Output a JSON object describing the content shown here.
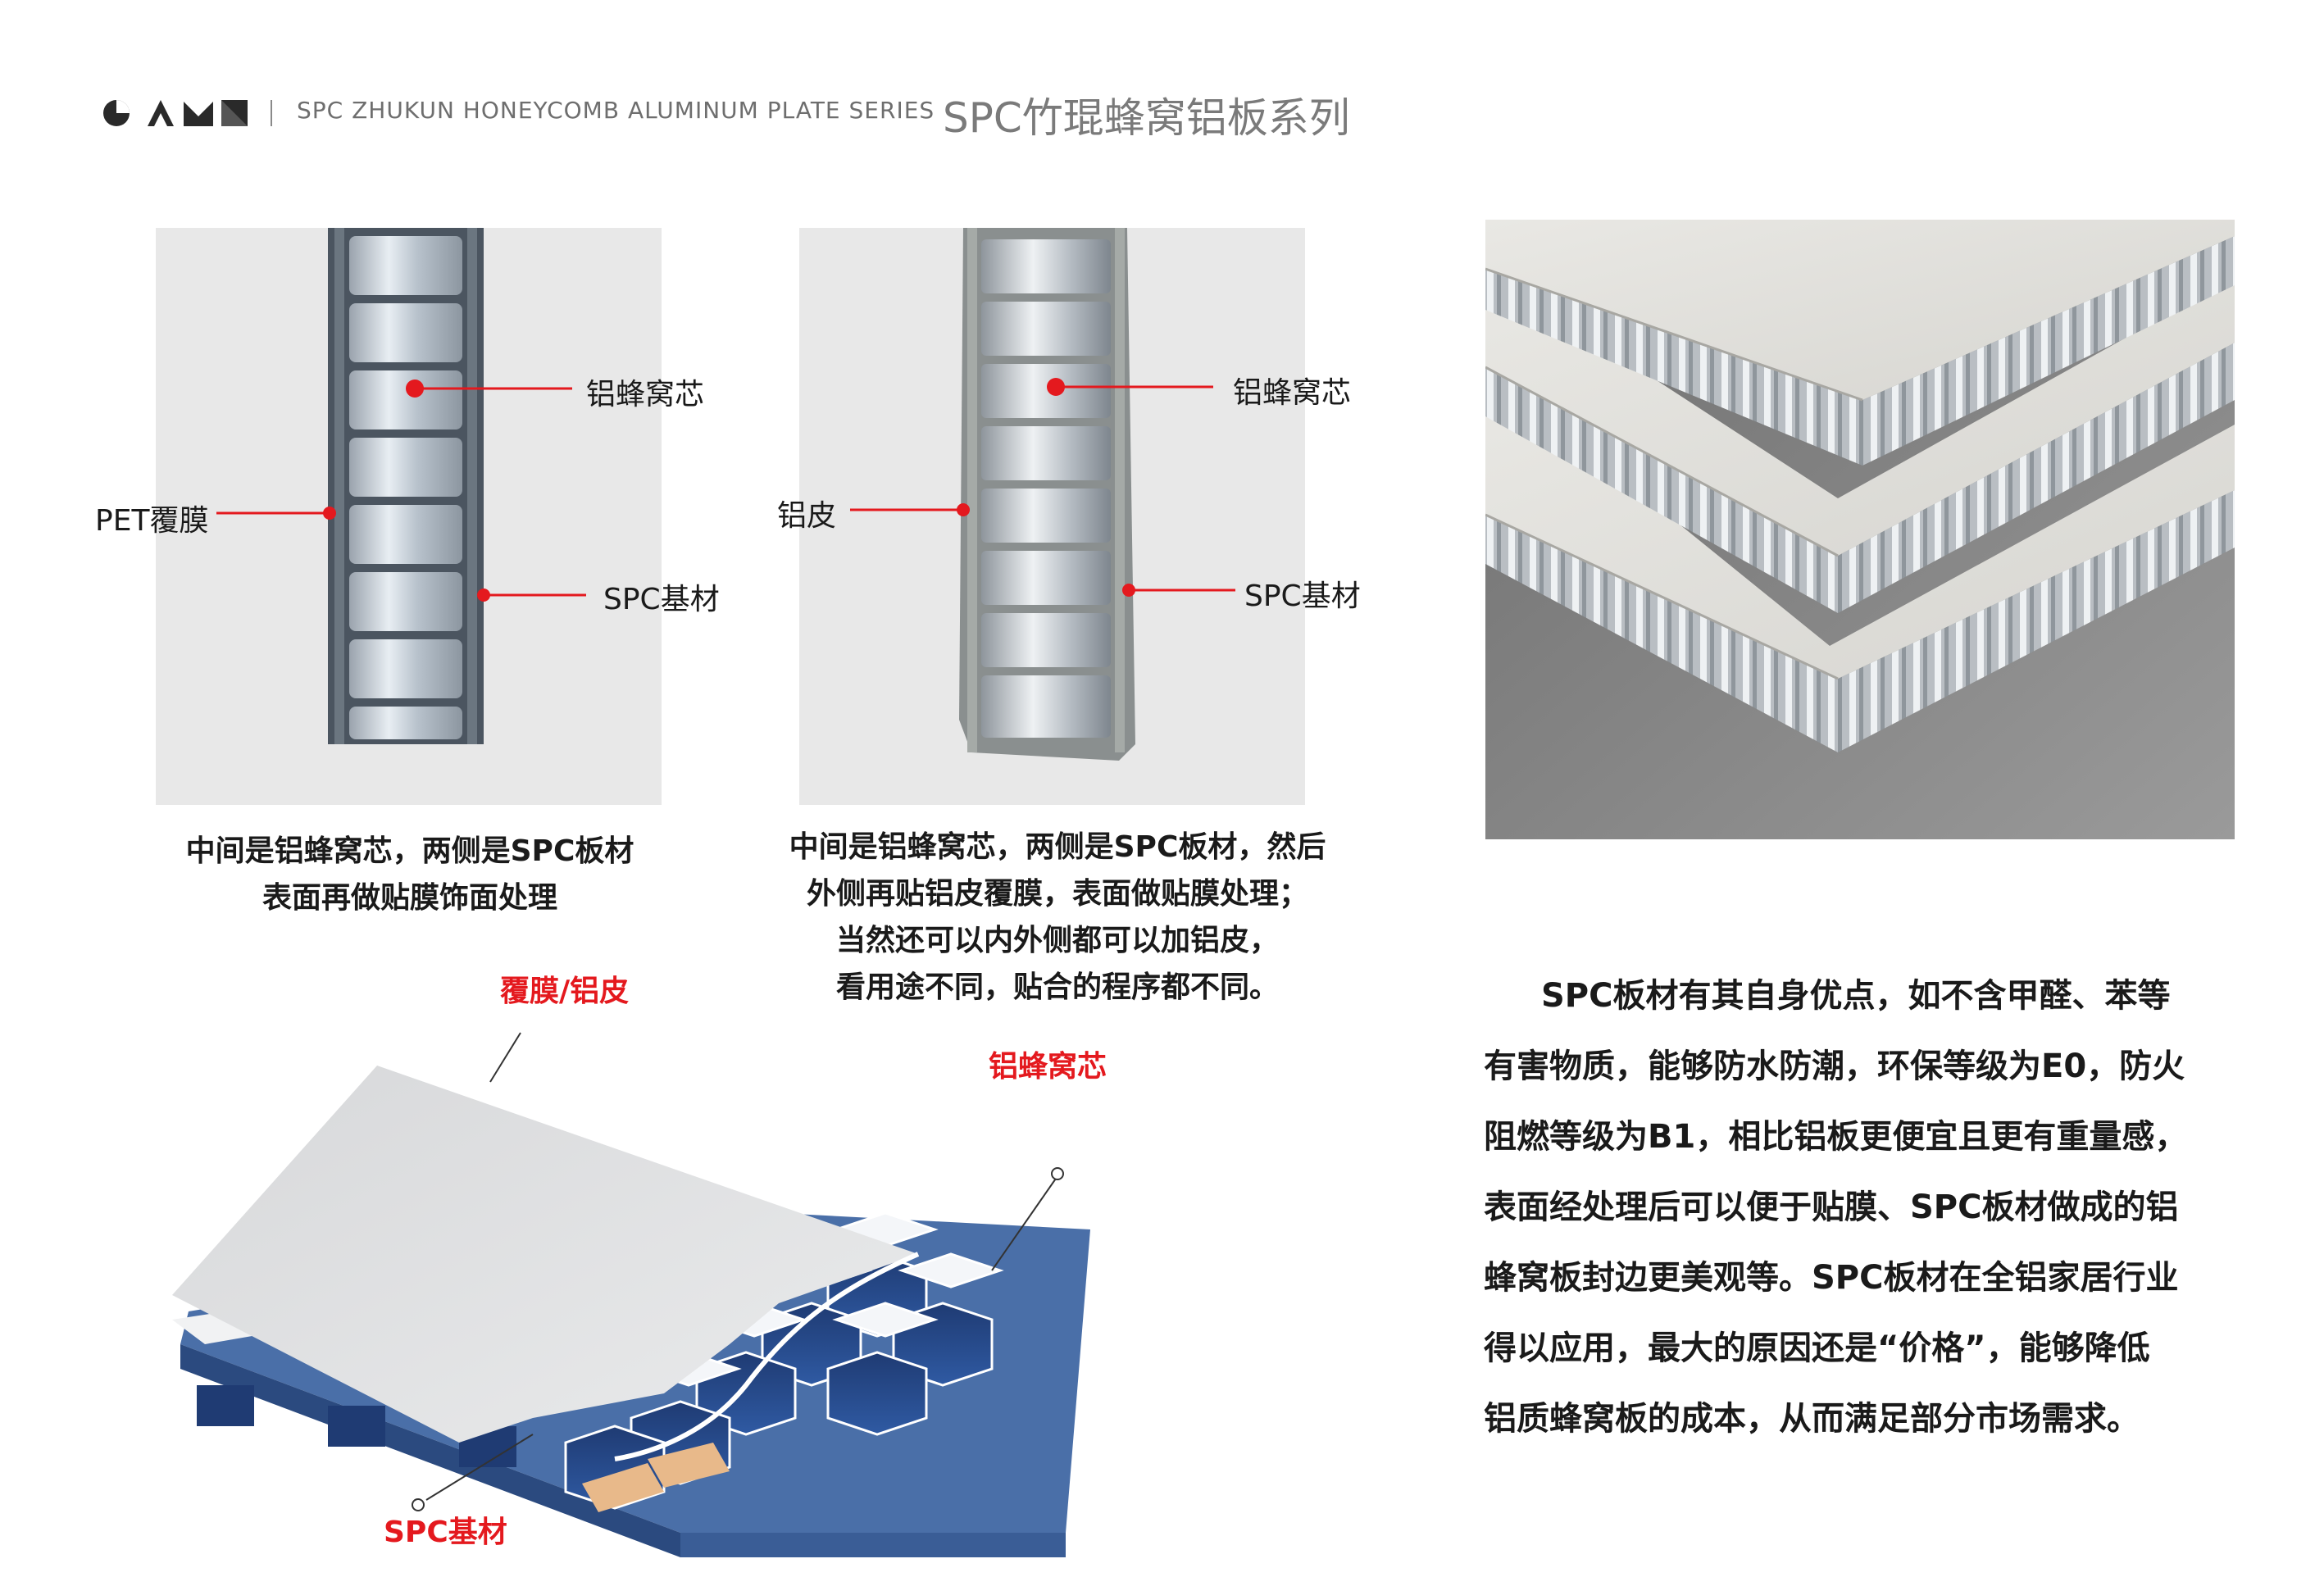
{
  "header": {
    "brand_glyphs": "logo-shapes",
    "english_title": "SPC ZHUKUN HONEYCOMB ALUMINUM PLATE SERIES",
    "chinese_title": "SPC竹琨蜂窝铝板系列"
  },
  "panel1": {
    "labels": {
      "core": "铝蜂窝芯",
      "film": "PET覆膜",
      "base": "SPC基材"
    },
    "caption": [
      "中间是铝蜂窝芯，两侧是SPC板材",
      "表面再做贴膜饰面处理"
    ]
  },
  "panel2": {
    "labels": {
      "core": "铝蜂窝芯",
      "skin": "铝皮",
      "base": "SPC基材"
    },
    "caption": [
      "中间是铝蜂窝芯，两侧是SPC板材，然后",
      "外侧再贴铝皮覆膜，表面做贴膜处理；",
      "当然还可以内外侧都可以加铝皮，",
      "看用途不同，贴合的程序都不同。"
    ]
  },
  "diagram": {
    "label_top": "覆膜/铝皮",
    "label_core": "铝蜂窝芯",
    "label_base": "SPC基材"
  },
  "description": [
    "SPC板材有其自身优点，如不含甲醛、苯等",
    "有害物质，能够防水防潮，环保等级为E0，防火",
    "阻燃等级为B1，相比铝板更便宜且更有重量感，",
    "表面经处理后可以便于贴膜、SPC板材做成的铝",
    "蜂窝板封边更美观等。SPC板材在全铝家居行业",
    "得以应用，最大的原因还是“价格”，能够降低",
    "铝质蜂窝板的成本，从而满足部分市场需求。"
  ],
  "colors": {
    "callout_red": "#e4191e",
    "diagram_blue": "#4a6fa8",
    "panel_grey": "#e8e8e8"
  }
}
